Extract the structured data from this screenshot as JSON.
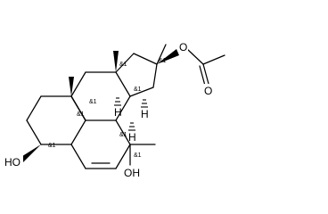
{
  "atom_labels": {
    "oh_c3": "HO",
    "oh_c7": "OH",
    "ester_o": "O",
    "carbonyl_o": "O",
    "h_c8": "H",
    "h_c9": "H",
    "h_c14": "H"
  },
  "stereo_label": "&1"
}
